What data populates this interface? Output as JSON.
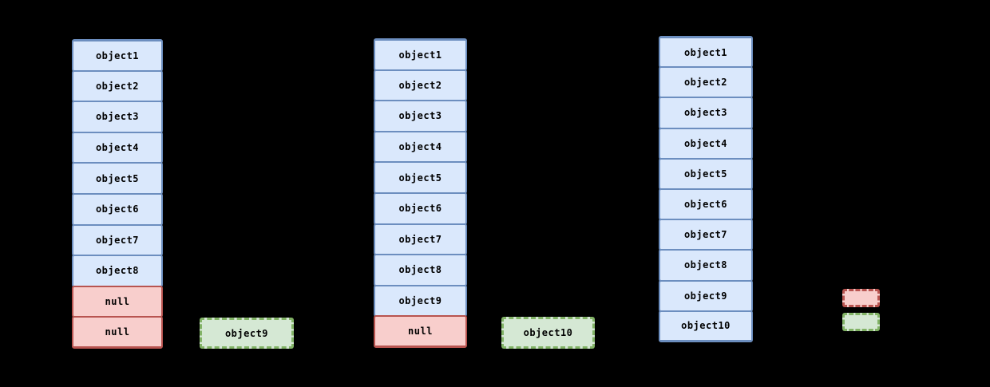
{
  "diagram": {
    "background_color": "#000000",
    "palette": {
      "filled_fill": "#dae8fc",
      "filled_border": "#6c8ebf",
      "empty_fill": "#f8cecc",
      "empty_border": "#b85450",
      "incoming_fill": "#d5e8d4",
      "incoming_border": "#82b366",
      "text_color": "#000000"
    },
    "stacks": [
      {
        "id": "array-stack-1",
        "cells": [
          {
            "label": "object1",
            "type": "filled"
          },
          {
            "label": "object2",
            "type": "filled"
          },
          {
            "label": "object3",
            "type": "filled"
          },
          {
            "label": "object4",
            "type": "filled"
          },
          {
            "label": "object5",
            "type": "filled"
          },
          {
            "label": "object6",
            "type": "filled"
          },
          {
            "label": "object7",
            "type": "filled"
          },
          {
            "label": "object8",
            "type": "filled"
          },
          {
            "label": "null",
            "type": "empty"
          },
          {
            "label": "null",
            "type": "empty"
          }
        ]
      },
      {
        "id": "array-stack-2",
        "cells": [
          {
            "label": "object1",
            "type": "filled"
          },
          {
            "label": "object2",
            "type": "filled"
          },
          {
            "label": "object3",
            "type": "filled"
          },
          {
            "label": "object4",
            "type": "filled"
          },
          {
            "label": "object5",
            "type": "filled"
          },
          {
            "label": "object6",
            "type": "filled"
          },
          {
            "label": "object7",
            "type": "filled"
          },
          {
            "label": "object8",
            "type": "filled"
          },
          {
            "label": "object9",
            "type": "filled"
          },
          {
            "label": "null",
            "type": "empty"
          }
        ]
      },
      {
        "id": "array-stack-3",
        "cells": [
          {
            "label": "object1",
            "type": "filled"
          },
          {
            "label": "object2",
            "type": "filled"
          },
          {
            "label": "object3",
            "type": "filled"
          },
          {
            "label": "object4",
            "type": "filled"
          },
          {
            "label": "object5",
            "type": "filled"
          },
          {
            "label": "object6",
            "type": "filled"
          },
          {
            "label": "object7",
            "type": "filled"
          },
          {
            "label": "object8",
            "type": "filled"
          },
          {
            "label": "object9",
            "type": "filled"
          },
          {
            "label": "object10",
            "type": "filled"
          }
        ]
      }
    ],
    "floating_boxes": [
      {
        "label": "object9",
        "type": "incoming"
      },
      {
        "label": "object10",
        "type": "incoming"
      }
    ],
    "legend": {
      "swatches": [
        {
          "type": "empty"
        },
        {
          "type": "incoming"
        }
      ]
    }
  }
}
